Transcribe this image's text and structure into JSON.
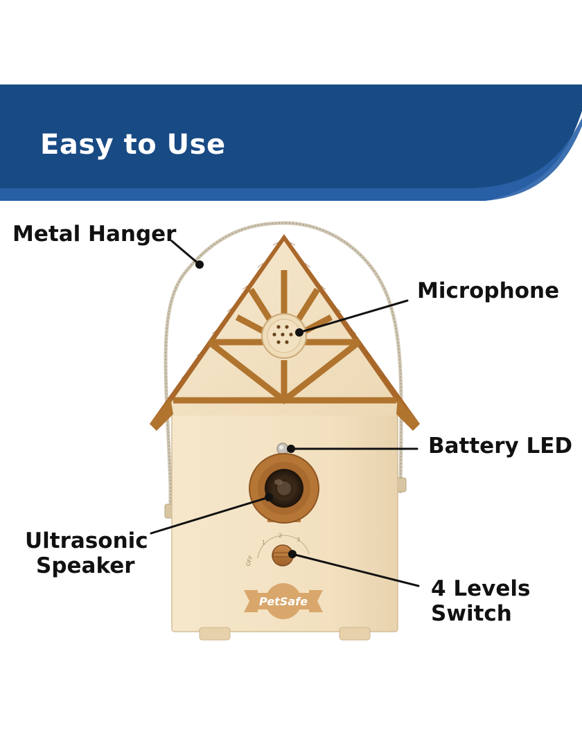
{
  "banner": {
    "title": "Easy to Use",
    "color": "#184a84",
    "accent": "#2a62a8"
  },
  "product": {
    "brand_logo_text": "PetSafe",
    "body_color": "#f3e2c3",
    "trim_color": "#b0742e",
    "switch_scale": [
      "OFF",
      "1",
      "2",
      "3"
    ]
  },
  "callouts": {
    "metal_hanger": "Metal Hanger",
    "microphone": "Microphone",
    "battery_led": "Battery LED",
    "ultrasonic_speaker_line1": "Ultrasonic",
    "ultrasonic_speaker_line2": "Speaker",
    "levels_switch_line1": "4 Levels",
    "levels_switch_line2": "Switch"
  }
}
